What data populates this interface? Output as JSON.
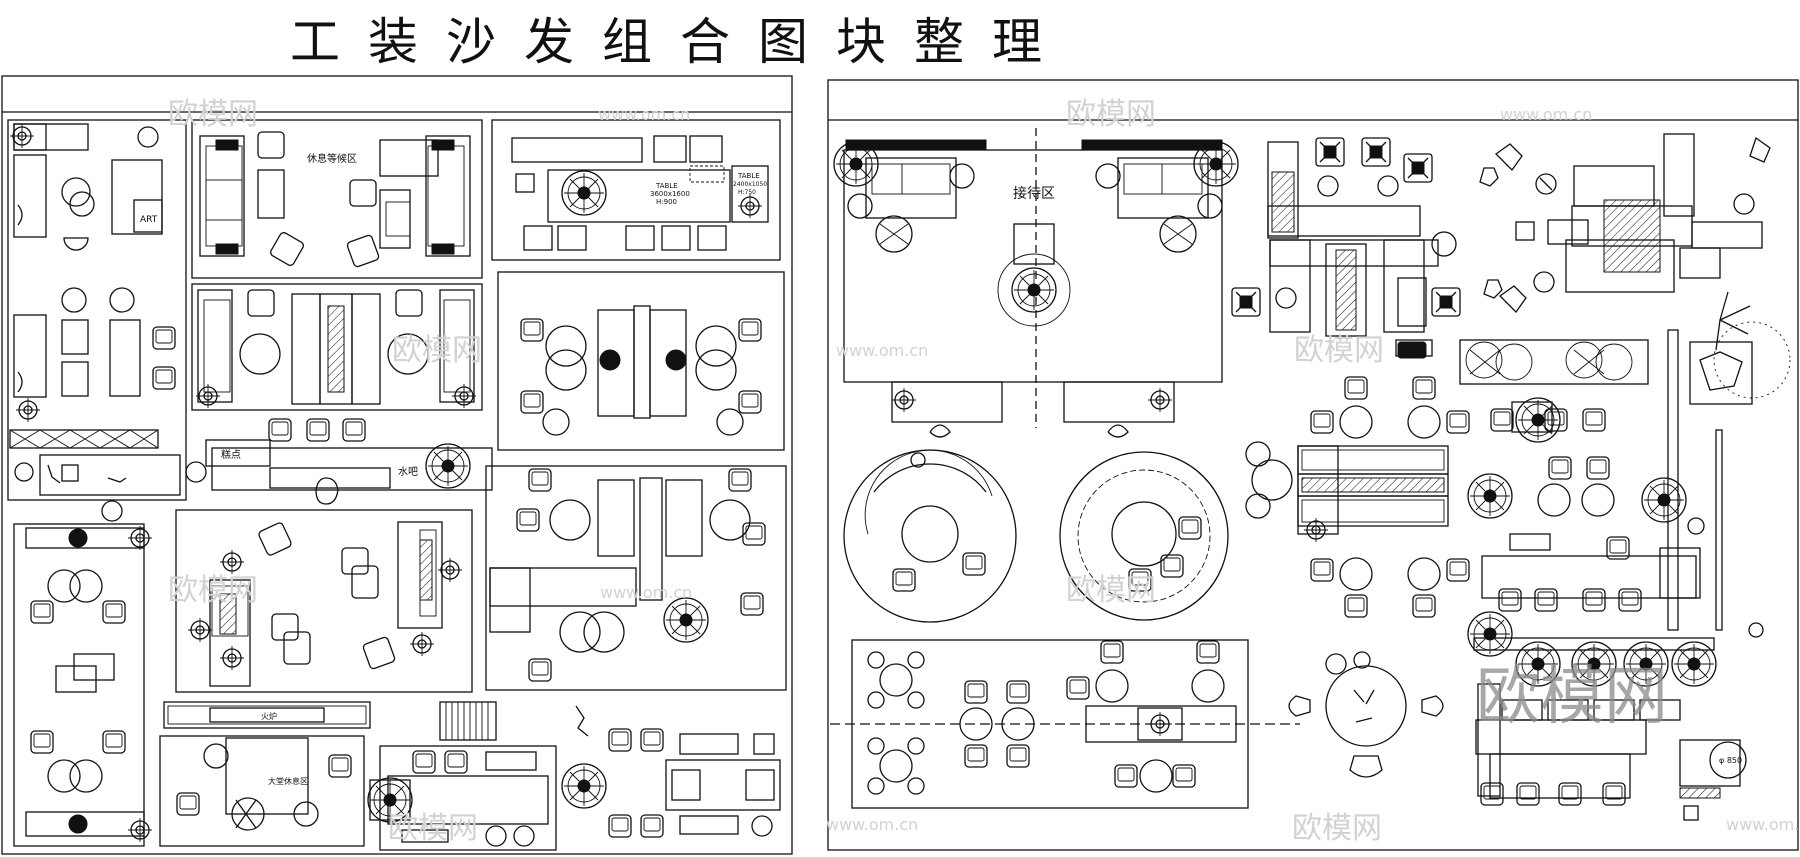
{
  "title": "工装沙发组合图块整理",
  "labels": {
    "waiting_area": "休息等候区",
    "reception_area": "接待区",
    "art": "ART",
    "cake": "糕点",
    "water_bar": "水吧",
    "fireplace": "火炉",
    "lounge_area": "大堂休息区",
    "table1_name": "TABLE",
    "table1_size": "3600x1600",
    "table1_h": "H:900",
    "table2_name": "TABLE",
    "table2_size": "2400x1050",
    "table2_h": "H:750",
    "diameter": "φ 850"
  },
  "watermarks": {
    "brand": "欧模网",
    "site": "www.om.cn"
  }
}
